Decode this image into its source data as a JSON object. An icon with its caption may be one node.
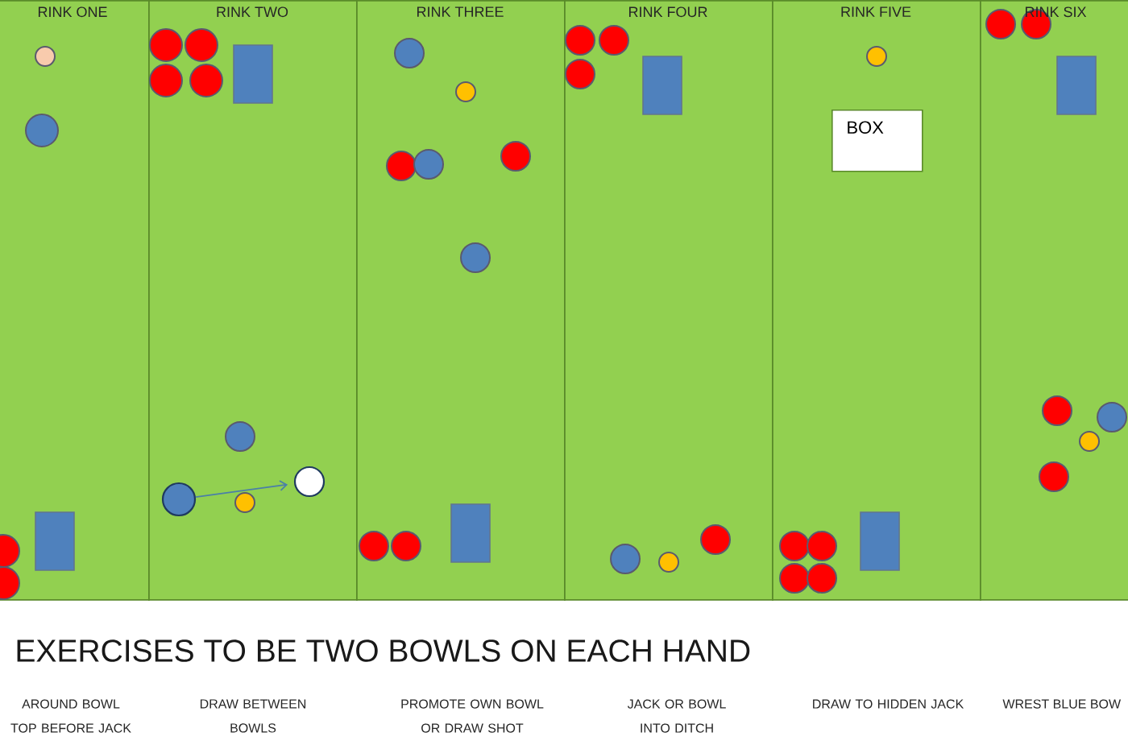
{
  "diagram": {
    "title": "EXERCISES TO BE TWO BOWLS ON EACH HAND",
    "nodes": [
      {
        "text": [
          "RINK ONE"
        ]
      },
      {
        "text": [
          "RINK TWO"
        ]
      },
      {
        "text": [],
        "shape": "circle",
        "in": 1
      },
      {
        "text": [],
        "shape": "circle",
        "in": 1
      },
      {
        "text": [
          "RINK THREE"
        ]
      },
      {
        "text": [
          "RINK FOUR"
        ]
      },
      {
        "text": [
          "RINK FIVE"
        ]
      },
      {
        "text": [
          "BOX"
        ],
        "in": 6
      },
      {
        "text": [
          "RINK SIX"
        ]
      }
    ],
    "edges": [
      {
        "from": 2,
        "to": 3,
        "arrow": "to"
      }
    ],
    "labels": [
      "AROUND BOWL TOP BEFORE JACK",
      "DRAW BETWEEN BOWLS",
      "PROMOTE OWN BOWL OR DRAW SHOT",
      "JACK OR BOWL INTO DITCH",
      "DRAW TO HIDDEN JACK",
      "WREST BLUE BOW"
    ]
  }
}
